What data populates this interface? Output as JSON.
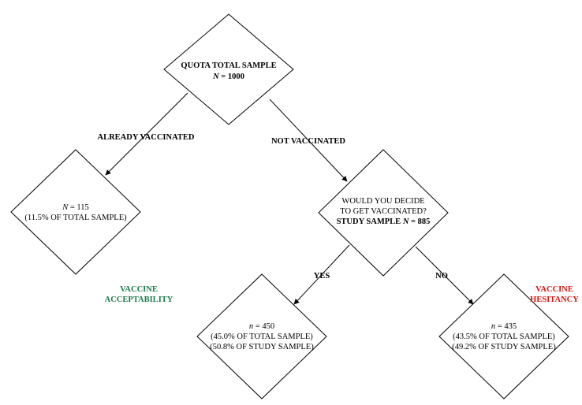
{
  "diagram": {
    "root": {
      "line1": "QUOTA TOTAL SAMPLE",
      "n_italic": "N",
      "n_rest": " = 1000"
    },
    "vaccinated": {
      "n_italic": "N",
      "n_rest": " = 115",
      "line2": "(11.5% OF TOTAL SAMPLE)"
    },
    "decision": {
      "line1": "WOULD YOU DECIDE",
      "line2": "TO GET VACCINATED?",
      "line3_prefix": "STUDY SAMPLE ",
      "n_italic": "N",
      "n_rest": " = 885"
    },
    "yes_node": {
      "n_italic": "n",
      "n_rest": " = 450",
      "line2": "(45.0% OF TOTAL SAMPLE)",
      "line3": "(50.8% OF STUDY SAMPLE)"
    },
    "no_node": {
      "n_italic": "n",
      "n_rest": " = 435",
      "line2": "(43.5% OF TOTAL SAMPLE)",
      "line3": "(49.2% OF STUDY SAMPLE)"
    },
    "edges": {
      "already_vaccinated": "ALREADY VACCINATED",
      "not_vaccinated": "NOT VACCINATED",
      "yes": "YES",
      "no": "NO"
    },
    "outcomes": {
      "acceptability_line1": "VACCINE",
      "acceptability_line2": "ACCEPTABILITY",
      "hesitancy_line1": "VACCINE",
      "hesitancy_line2": "HESITANCY"
    },
    "colors": {
      "acceptability": "#1a7a4c",
      "hesitancy": "#e3120b"
    }
  }
}
